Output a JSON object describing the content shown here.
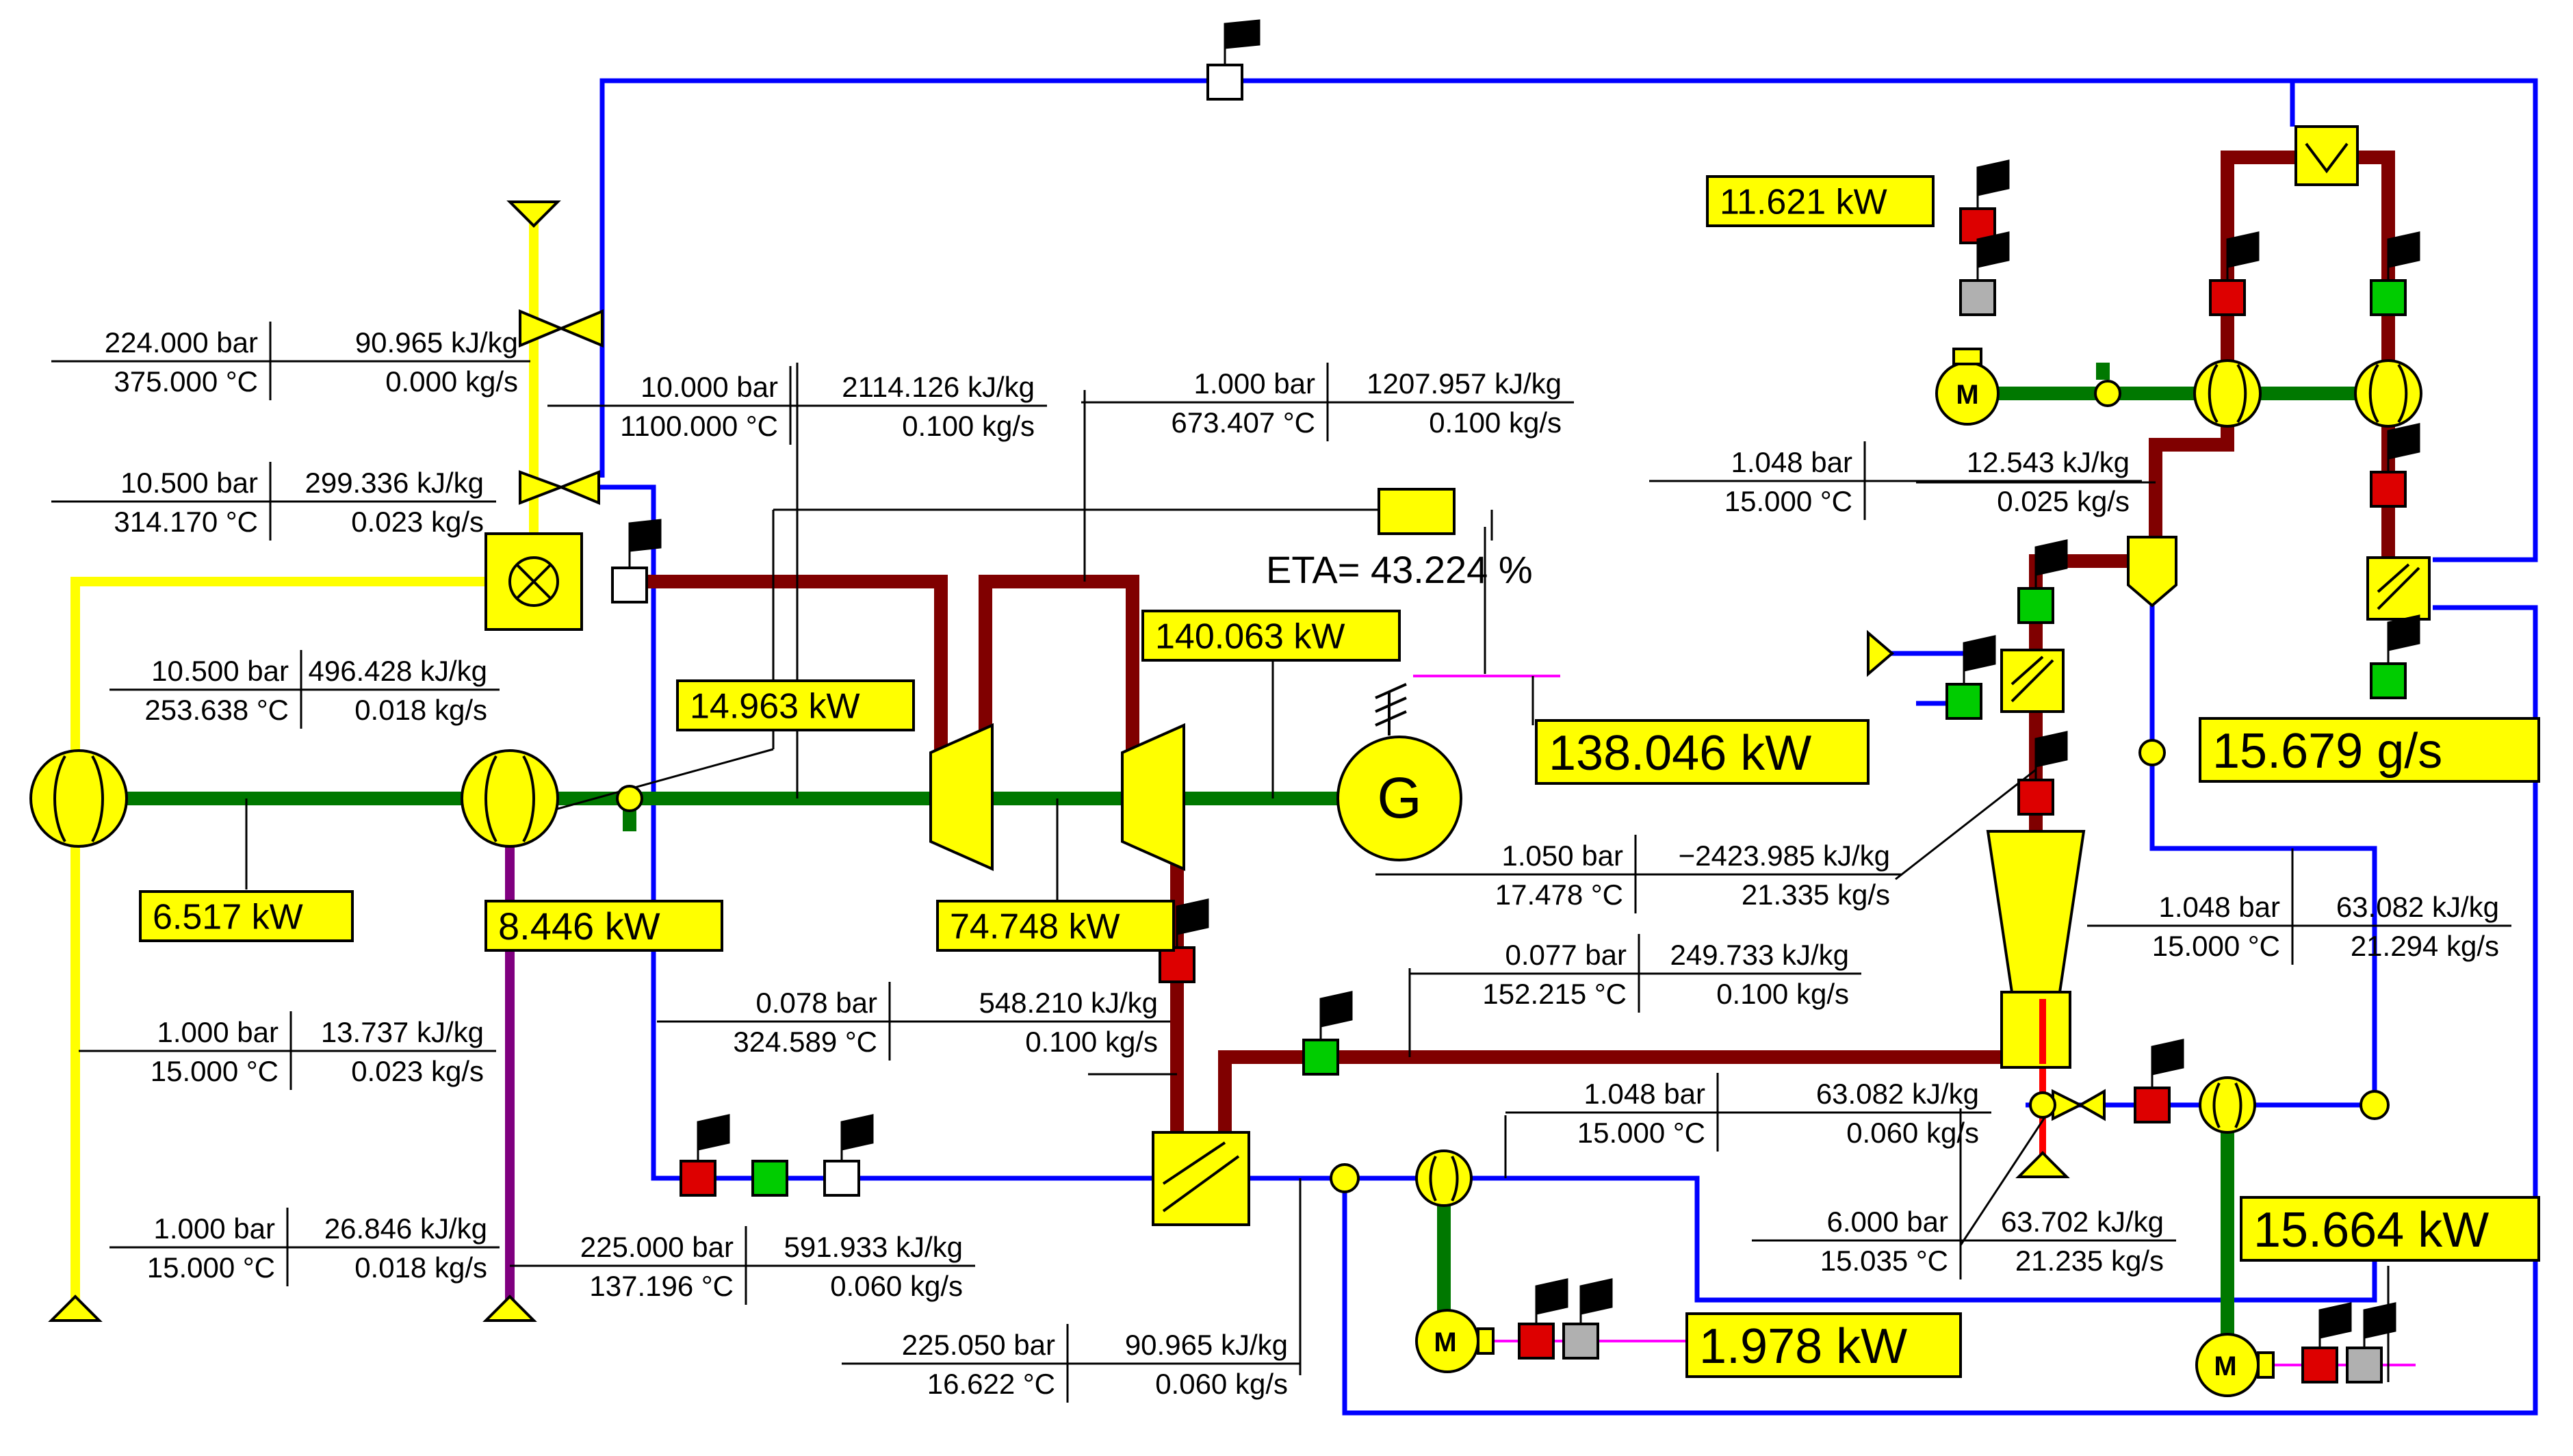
{
  "colors": {
    "water": "#0000ff",
    "steam": "#800000",
    "fuel": "#ffff00",
    "shaft": "#007800",
    "flue": "#800080",
    "component": "#ffff00",
    "sensor_red": "#dd0000",
    "sensor_green": "#00cc00",
    "sensor_gray": "#b0b0b0",
    "signal": "#ff00ff"
  },
  "icons": {
    "compressor": "compressor-icon",
    "turbine": "turbine-icon",
    "generator": "generator-icon",
    "motor": "motor-icon",
    "heat_exchanger": "heat-exchanger-icon",
    "combustor": "combustion-chamber-icon",
    "valve": "valve-icon",
    "pump": "pump-icon",
    "flag": "flag-icon"
  },
  "generator_label": "G",
  "motor_label": "M",
  "eta": "ETA= 43.224 %",
  "power_labels": [
    "11.621 kW",
    "14.963 kW",
    "140.063 kW",
    "138.046 kW",
    "15.679 g/s",
    "6.517 kW",
    "8.446 kW",
    "74.748 kW",
    "15.664 kW",
    "1.978 kW"
  ],
  "stream_tables": [
    {
      "p": "224.000 bar",
      "h": "90.965 kJ/kg",
      "t": "375.000 °C",
      "m": "0.000 kg/s"
    },
    {
      "p": "10.000 bar",
      "h": "2114.126 kJ/kg",
      "t": "1100.000 °C",
      "m": "0.100 kg/s"
    },
    {
      "p": "1.000 bar",
      "h": "1207.957 kJ/kg",
      "t": "673.407 °C",
      "m": "0.100 kg/s"
    },
    {
      "p": "1.048 bar",
      "h": "12.543 kJ/kg",
      "t": "15.000 °C",
      "m": "0.025 kg/s"
    },
    {
      "p": "10.500 bar",
      "h": "299.336 kJ/kg",
      "t": "314.170 °C",
      "m": "0.023 kg/s"
    },
    {
      "p": "10.500 bar",
      "h": "496.428 kJ/kg",
      "t": "253.638 °C",
      "m": "0.018 kg/s"
    },
    {
      "p": "1.050 bar",
      "h": "−2423.985 kJ/kg",
      "t": "17.478 °C",
      "m": "21.335 kg/s"
    },
    {
      "p": "1.048 bar",
      "h": "63.082 kJ/kg",
      "t": "15.000 °C",
      "m": "21.294 kg/s"
    },
    {
      "p": "0.077 bar",
      "h": "249.733 kJ/kg",
      "t": "152.215 °C",
      "m": "0.100 kg/s"
    },
    {
      "p": "0.078 bar",
      "h": "548.210 kJ/kg",
      "t": "324.589 °C",
      "m": "0.100 kg/s"
    },
    {
      "p": "1.000 bar",
      "h": "13.737 kJ/kg",
      "t": "15.000 °C",
      "m": "0.023 kg/s"
    },
    {
      "p": "1.048 bar",
      "h": "63.082 kJ/kg",
      "t": "15.000 °C",
      "m": "0.060 kg/s"
    },
    {
      "p": "6.000 bar",
      "h": "63.702 kJ/kg",
      "t": "15.035 °C",
      "m": "21.235 kg/s"
    },
    {
      "p": "1.000 bar",
      "h": "26.846 kJ/kg",
      "t": "15.000 °C",
      "m": "0.018 kg/s"
    },
    {
      "p": "225.000 bar",
      "h": "591.933 kJ/kg",
      "t": "137.196 °C",
      "m": "0.060 kg/s"
    },
    {
      "p": "225.050 bar",
      "h": "90.965 kJ/kg",
      "t": "16.622 °C",
      "m": "0.060 kg/s"
    }
  ]
}
